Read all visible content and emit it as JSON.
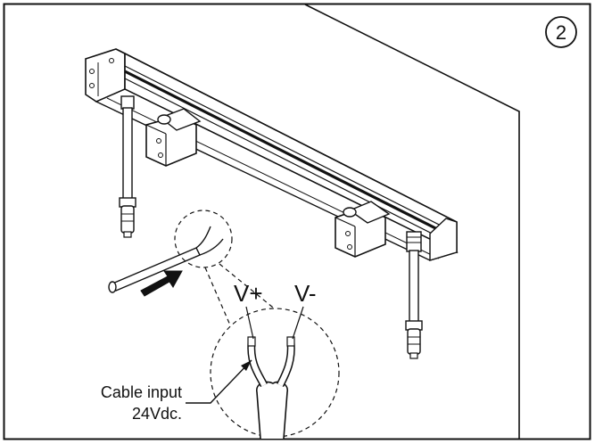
{
  "step": {
    "number": "2"
  },
  "polarity": {
    "positive": "V+",
    "negative": "V-"
  },
  "callout": {
    "line1": "Cable input",
    "line2": "24Vdc."
  }
}
